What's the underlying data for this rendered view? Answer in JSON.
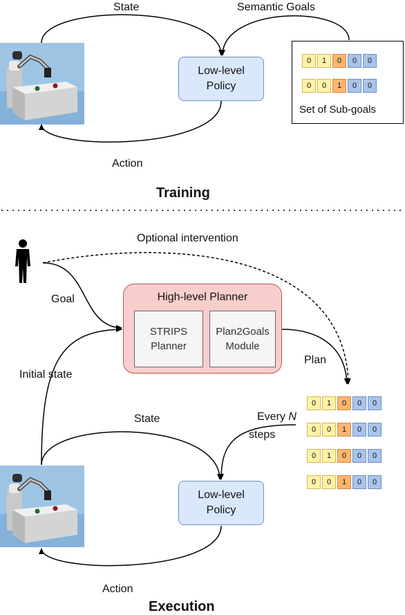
{
  "training": {
    "state_label": "State",
    "semantic_goals_label": "Semantic Goals",
    "action_label": "Action",
    "policy": {
      "line1": "Low-level",
      "line2": "Policy"
    },
    "subgoal_set_caption": "Set of Sub-goals",
    "subgoal_rows": [
      [
        {
          "v": "0",
          "c": "y"
        },
        {
          "v": "1",
          "c": "y"
        },
        {
          "v": "0",
          "c": "o"
        },
        {
          "v": "0",
          "c": "b"
        },
        {
          "v": "0",
          "c": "b"
        }
      ],
      [
        {
          "v": "0",
          "c": "y"
        },
        {
          "v": "0",
          "c": "y"
        },
        {
          "v": "1",
          "c": "o"
        },
        {
          "v": "0",
          "c": "b"
        },
        {
          "v": "0",
          "c": "b"
        }
      ]
    ],
    "title": "Training"
  },
  "execution": {
    "optional_intervention_label": "Optional intervention",
    "goal_label": "Goal",
    "initial_state_label": "Initial state",
    "planner": {
      "title": "High-level Planner",
      "strips": {
        "line1": "STRIPS",
        "line2": "Planner"
      },
      "plan2goals": {
        "line1": "Plan2Goals",
        "line2": "Module"
      }
    },
    "plan_label": "Plan",
    "state_label": "State",
    "every_n_line1_prefix": "Every ",
    "every_n_var": "N",
    "every_n_line2": "steps",
    "action_label": "Action",
    "policy": {
      "line1": "Low-level",
      "line2": "Policy"
    },
    "plan_rows": [
      [
        {
          "v": "0",
          "c": "y"
        },
        {
          "v": "1",
          "c": "y"
        },
        {
          "v": "0",
          "c": "o"
        },
        {
          "v": "0",
          "c": "b"
        },
        {
          "v": "0",
          "c": "b"
        }
      ],
      [
        {
          "v": "0",
          "c": "y"
        },
        {
          "v": "0",
          "c": "y"
        },
        {
          "v": "1",
          "c": "o"
        },
        {
          "v": "0",
          "c": "b"
        },
        {
          "v": "0",
          "c": "b"
        }
      ],
      [
        {
          "v": "0",
          "c": "y"
        },
        {
          "v": "1",
          "c": "y"
        },
        {
          "v": "0",
          "c": "o"
        },
        {
          "v": "0",
          "c": "b"
        },
        {
          "v": "0",
          "c": "b"
        }
      ],
      [
        {
          "v": "0",
          "c": "y"
        },
        {
          "v": "0",
          "c": "y"
        },
        {
          "v": "1",
          "c": "o"
        },
        {
          "v": "0",
          "c": "b"
        },
        {
          "v": "0",
          "c": "b"
        }
      ]
    ],
    "title": "Execution"
  },
  "colors": {
    "policy_fill": "#dae8fc",
    "planner_fill": "#f8cecc",
    "module_fill": "#f5f5f5",
    "cell_yellow": "#fff2a8",
    "cell_orange": "#ffb570",
    "cell_blue": "#a9c4eb"
  }
}
